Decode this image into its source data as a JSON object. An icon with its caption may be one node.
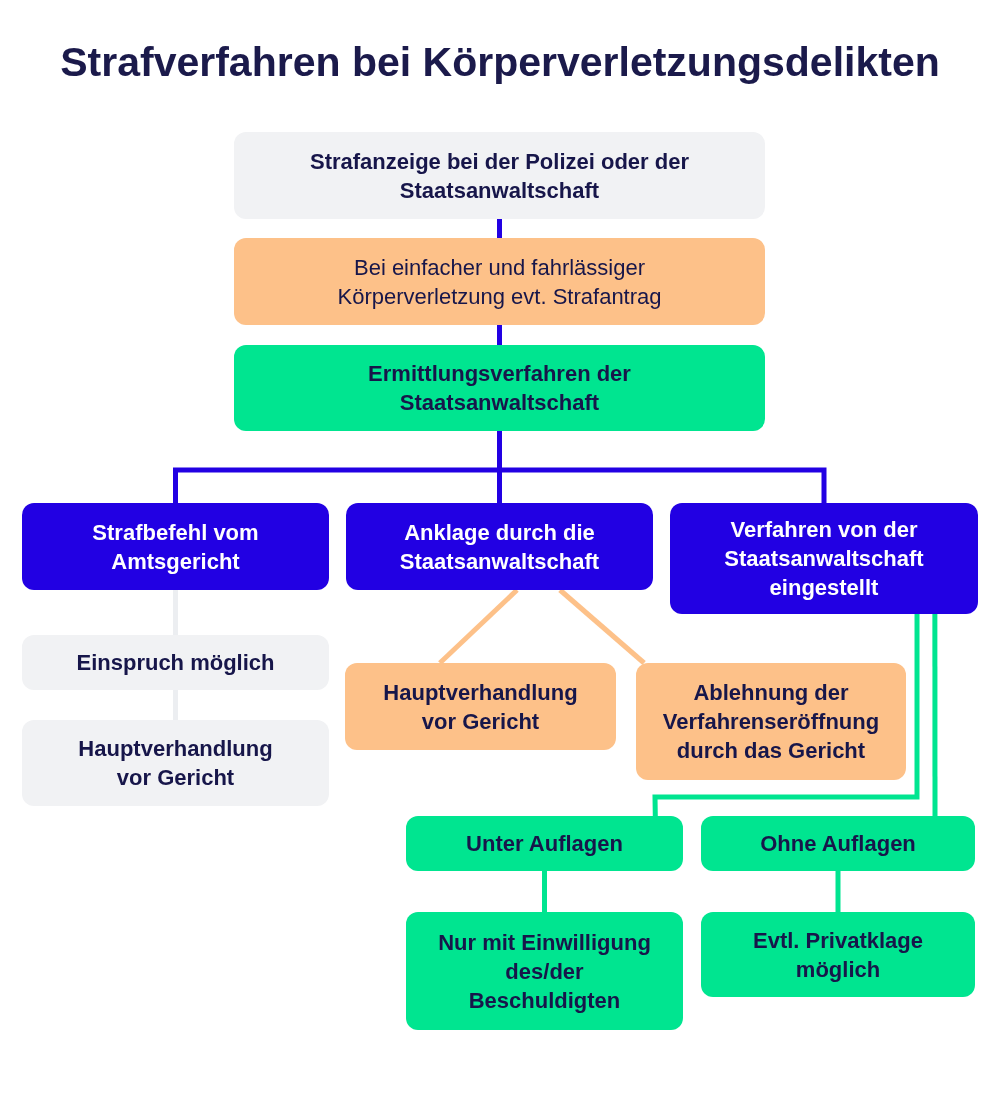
{
  "diagram": {
    "title": "Strafverfahren bei Körperverletzungsdelikten",
    "nodes": [
      {
        "text": [
          "Strafanzeige bei der Polizei oder der Staatsanwaltschaft"
        ]
      },
      {
        "text": [
          "Bei einfacher und fahrlässiger Körperverletzung evt. Strafantrag"
        ]
      },
      {
        "text": [
          "Ermittlungsverfahren der Staatsanwaltschaft"
        ]
      },
      {
        "text": [
          "Strafbefehl vom Amtsgericht"
        ]
      },
      {
        "text": [
          "Anklage durch die Staatsanwaltschaft"
        ]
      },
      {
        "text": [
          "Verfahren von der Staatsanwaltschaft eingestellt"
        ]
      },
      {
        "text": [
          "Einspruch möglich"
        ]
      },
      {
        "text": [
          "Hauptverhandlung vor Gericht"
        ]
      },
      {
        "text": [
          "Hauptverhandlung vor Gericht"
        ]
      },
      {
        "text": [
          "Ablehnung der Verfahrenseröffnung durch das Gericht"
        ]
      },
      {
        "text": [
          "Unter Auflagen"
        ]
      },
      {
        "text": [
          "Ohne Auflagen"
        ]
      },
      {
        "text": [
          "Nur mit Einwilligung des/der Beschuldigten"
        ]
      },
      {
        "text": [
          "Evtl. Privatklage möglich"
        ]
      }
    ],
    "edges": [
      {
        "from": 0,
        "to": 1,
        "arrow": "none"
      },
      {
        "from": 1,
        "to": 2,
        "arrow": "none"
      },
      {
        "from": 2,
        "to": 3,
        "arrow": "none"
      },
      {
        "from": 2,
        "to": 4,
        "arrow": "none"
      },
      {
        "from": 2,
        "to": 5,
        "arrow": "none"
      },
      {
        "from": 3,
        "to": 6,
        "arrow": "none",
        "color": "#eceef1"
      },
      {
        "from": 6,
        "to": 7,
        "arrow": "none",
        "color": "#eceef1"
      },
      {
        "from": 4,
        "to": 8,
        "arrow": "none",
        "color": "#fdc189"
      },
      {
        "from": 4,
        "to": 9,
        "arrow": "none",
        "color": "#fdc189"
      },
      {
        "from": 5,
        "to": 10,
        "arrow": "none",
        "color": "#00e590"
      },
      {
        "from": 5,
        "to": 11,
        "arrow": "none",
        "color": "#00e590"
      },
      {
        "from": 10,
        "to": 12,
        "arrow": "none",
        "color": "#00e590"
      },
      {
        "from": 11,
        "to": 13,
        "arrow": "none",
        "color": "#00e590"
      }
    ]
  }
}
